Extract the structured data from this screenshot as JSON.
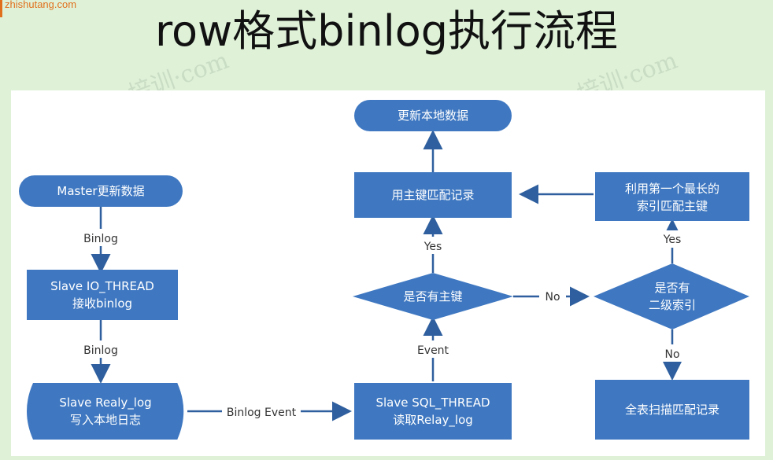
{
  "watermark_site": "zhishutang.com",
  "title": "row格式binlog执行流程",
  "nodes": {
    "master_update": "Master更新数据",
    "slave_io_1": "Slave IO_THREAD",
    "slave_io_2": "接收binlog",
    "relay_1": "Slave Realy_log",
    "relay_2": "写入本地日志",
    "sql_1": "Slave SQL_THREAD",
    "sql_2": "读取Relay_log",
    "has_pk": "是否有主键",
    "pk_match": "用主键匹配记录",
    "update_local": "更新本地数据",
    "has_idx_1": "是否有",
    "has_idx_2": "二级索引",
    "idx_match_1": "利用第一个最长的",
    "idx_match_2": "索引匹配主键",
    "full_scan": "全表扫描匹配记录"
  },
  "edges": {
    "binlog_1": "Binlog",
    "binlog_2": "Binlog",
    "binlog_event": "Binlog Event",
    "event": "Event",
    "yes_pk": "Yes",
    "no_pk": "No",
    "yes_idx": "Yes",
    "no_idx": "No"
  },
  "colors": {
    "node_fill": "#3f78c1",
    "arrow": "#2f5f9e",
    "background": "#dff2d8"
  }
}
